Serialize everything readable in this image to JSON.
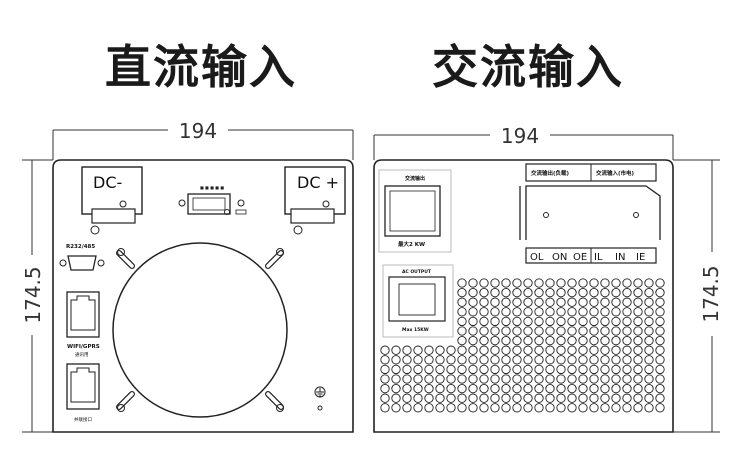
{
  "titles": {
    "left": "直流输入",
    "right": "交流输入"
  },
  "dimensions": {
    "width": "194",
    "height": "174.5"
  },
  "dc_panel": {
    "dc_minus": "DC-",
    "dc_plus": "DC +",
    "rs_port": "R232/485",
    "wifi_port": "WIFI/GPRS",
    "wifi_sub": "通讯用",
    "bottom_port": "并联接口"
  },
  "ac_panel": {
    "ac_out_cn": "交流输出",
    "ac_out_max": "最大2 KW",
    "ac_output": "AC OUTPUT",
    "max_power": "Max 15KW",
    "header_left": "交流输出(负载)",
    "header_right": "交流输入(市电)",
    "terminals": [
      "OL",
      "ON",
      "OE",
      "IL",
      "IN",
      "IE"
    ]
  }
}
